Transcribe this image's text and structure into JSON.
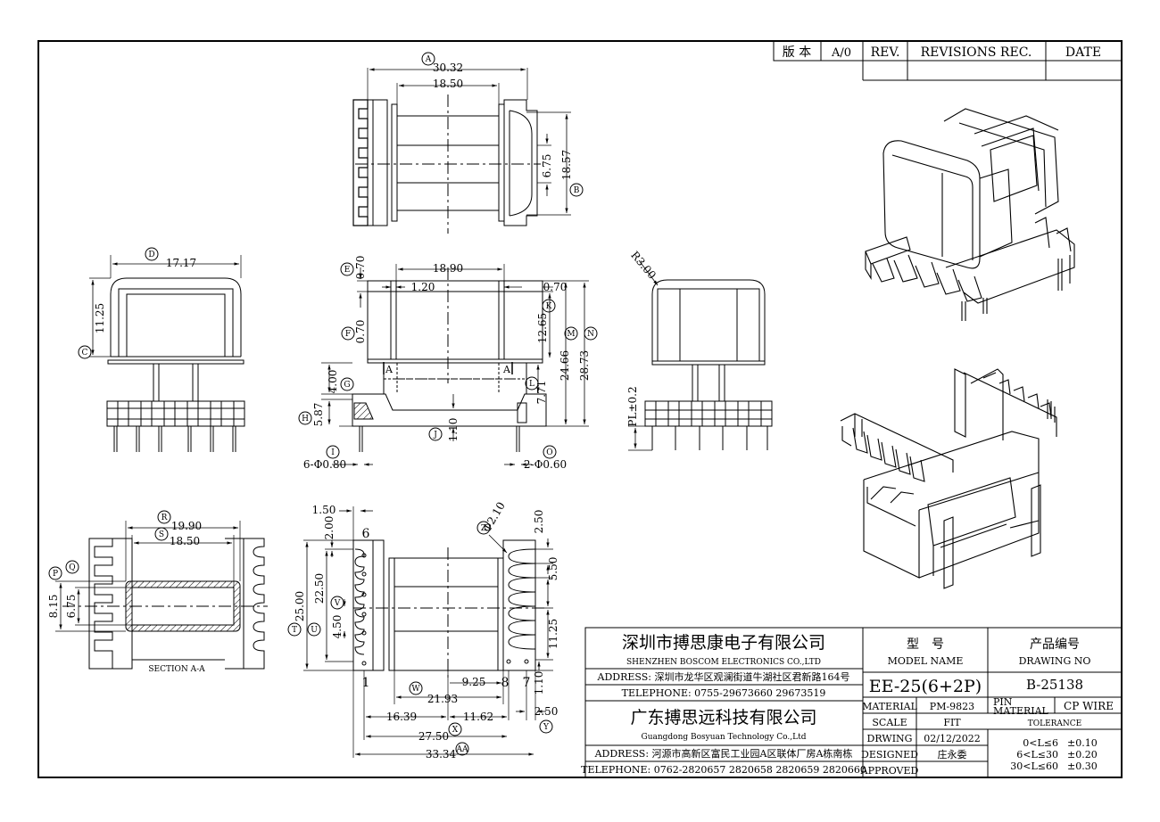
{
  "revision_block": {
    "version_label": "版 本",
    "version_value": "A/0",
    "rev_label": "REV.",
    "revisions_label": "REVISIONS REC.",
    "date_label": "DATE"
  },
  "title_block": {
    "company_cn": "深圳市搏思康电子有限公司",
    "company_en": "SHENZHEN BOSCOM ELECTRONICS CO.,LTD",
    "address1": "ADDRESS: 深圳市龙华区观澜街道牛湖社区君新路164号",
    "telephone1": "TELEPHONE: 0755-29673660 29673519",
    "company2_cn": "广东搏思远科技有限公司",
    "company2_en": "Guangdong Bosyuan Technology Co.,Ltd",
    "address2": "ADDRESS: 河源市高新区富民工业园A区联体厂房A栋南栋",
    "telephone2": "TELEPHONE: 0762-2820657 2820658 2820659 2820660",
    "model_label_cn": "型　号",
    "model_label_en": "MODEL NAME",
    "model_value": "EE-25(6+2P)",
    "drawing_label_cn": "产品编号",
    "drawing_label_en": "DRAWING NO",
    "drawing_value": "B-25138",
    "material_label": "MATERIAL",
    "material_value": "PM-9823",
    "pin_material_label1": "PIN",
    "pin_material_label2": "MATERIAL",
    "pin_material_value": "CP WIRE",
    "scale_label": "SCALE",
    "scale_value": "FIT",
    "tolerance_label": "TOLERANCE",
    "drwing_label": "DRWING",
    "drwing_value": "02/12/2022",
    "designed_label": "DESIGNED",
    "designed_value": "庄永委",
    "approved_label": "APPROVED",
    "tol1_range": "0<L≤6",
    "tol1_value": "±0.10",
    "tol2_range": "6<L≤30",
    "tol2_value": "±0.20",
    "tol3_range": "30<L≤60",
    "tol3_value": "±0.30"
  },
  "top_view": {
    "dim_a": "30.32",
    "dim_a_tag": "A",
    "dim_inner": "18.50",
    "dim_675": "6.75",
    "dim_b": "18.57",
    "dim_b_tag": "B"
  },
  "side_view_left": {
    "dim_d": "17.17",
    "dim_d_tag": "D",
    "dim_c": "11.25",
    "dim_c_tag": "C"
  },
  "front_view": {
    "dim_e": "0.70",
    "dim_e_tag": "E",
    "dim_1890": "18.90",
    "dim_120": "1.20",
    "dim_070r": "0.70",
    "dim_f": "0.70",
    "dim_f_tag": "F",
    "dim_k": "12.65",
    "dim_k_tag": "K",
    "dim_m": "24.66",
    "dim_m_tag": "M",
    "dim_n": "28.73",
    "dim_n_tag": "N",
    "dim_l": "7.71",
    "dim_l_tag": "L",
    "dim_g": "4.00",
    "dim_g_tag": "G",
    "dim_h": "5.87",
    "dim_h_tag": "H",
    "dim_j": "1.10",
    "dim_j_tag": "J",
    "pin6": "6-Φ0.80",
    "pin6_tag": "I",
    "pin2": "2-Φ0.60",
    "pin2_tag": "O",
    "section_a": "A"
  },
  "right_view": {
    "r300": "R3.00",
    "pl": "PL±0.2"
  },
  "section_view": {
    "dim_r": "19.90",
    "dim_r_tag": "R",
    "dim_s": "18.50",
    "dim_s_tag": "S",
    "dim_p": "8.15",
    "dim_p_tag": "P",
    "dim_q": "6.75",
    "dim_q_tag": "Q",
    "caption": "SECTION A-A"
  },
  "bottom_view": {
    "dim_150": "1.50",
    "dim_200": "2.00",
    "dim_t": "25.00",
    "dim_t_tag": "T",
    "dim_u": "22.50",
    "dim_u_tag": "U",
    "dim_v": "4.50",
    "dim_v_tag": "V",
    "dim_z": "Φ2.10",
    "dim_z_tag": "Z",
    "dim_250t": "2.50",
    "dim_550": "5.50",
    "dim_1125": "11.25",
    "dim_110": "1.10",
    "dim_925": "9.25",
    "dim_w": "21.93",
    "dim_w_tag": "W",
    "dim_1639": "16.39",
    "dim_1162": "11.62",
    "dim_y": "2.50",
    "dim_y_tag": "Y",
    "dim_x": "27.50",
    "dim_x_tag": "X",
    "dim_aa": "33.34",
    "dim_aa_tag": "AA",
    "pin_1": "1",
    "pin_6": "6",
    "pin_7": "7",
    "pin_8": "8"
  }
}
